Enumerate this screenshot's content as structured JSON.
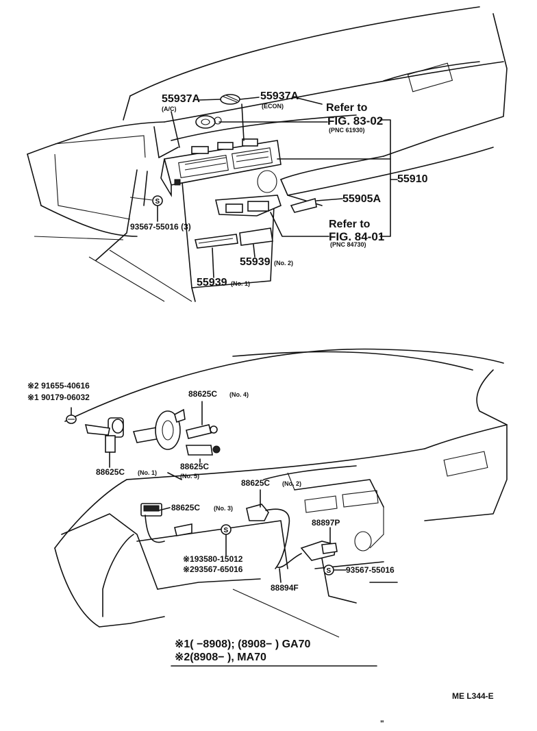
{
  "labels": {
    "p55937a_ac": "55937A",
    "ac_note": "(A/C)",
    "p55937a_econ": "55937A",
    "econ_note": "(ECON)",
    "refer1_a": "Refer to",
    "refer1_b": "FIG. 83-02",
    "refer1_pnc": "(PNC 61930)",
    "p55910": "55910",
    "p55905a": "55905A",
    "refer2_a": "Refer to",
    "refer2_b": "FIG. 84-01",
    "refer2_pnc": "(PNC 84730)",
    "p93567_3": "93567-55016 (3)",
    "p55939_no2": "55939",
    "no2_a": "(No. 2)",
    "p55939_no1": "55939",
    "no1_a": "(No. 1)",
    "p91655": "※2 91655-40616",
    "p90179": "※1 90179-06032",
    "p88625c_no4": "88625C",
    "no4": "(No. 4)",
    "p88625c_no1": "88625C",
    "no1_b": "(No. 1)",
    "p88625c_no5": "88625C",
    "no5": "(No. 5)",
    "p88625c_no2": "88625C",
    "no2_b": "(No. 2)",
    "p88625c_no3": "88625C",
    "no3": "(No. 3)",
    "p88897p": "88897P",
    "p93580": "※193580-15012",
    "p93567_b": "※293567-65016",
    "p93567_c": "93567-55016",
    "p88894f": "88894F",
    "note1": "※1(       −8908); (8908−       ) GA70",
    "note2": "※2(8908−          ), MA70",
    "ref_code": "ME  L344-E"
  },
  "icons": {
    "screw_marker": "S-circle-icon",
    "tail_mark": "\""
  }
}
